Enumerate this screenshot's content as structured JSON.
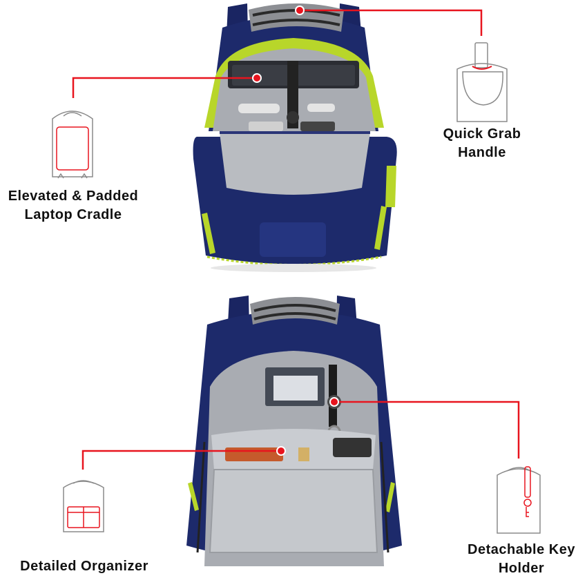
{
  "features": [
    {
      "id": "quick-grab-handle",
      "lines": [
        "Quick Grab",
        "Handle"
      ]
    },
    {
      "id": "laptop-cradle",
      "lines": [
        "Elevated & Padded",
        "Laptop Cradle"
      ]
    },
    {
      "id": "detailed-organizer",
      "lines": [
        "Detailed Organizer"
      ]
    },
    {
      "id": "key-holder",
      "lines": [
        "Detachable Key",
        "Holder"
      ]
    }
  ],
  "colors": {
    "accent_red": "#e8141e",
    "navy": "#1d2a6b",
    "navy_dark": "#141d4f",
    "lime": "#b8d62a",
    "lining_grey": "#b9bcc1",
    "icon_grey": "#8a8a8a"
  }
}
